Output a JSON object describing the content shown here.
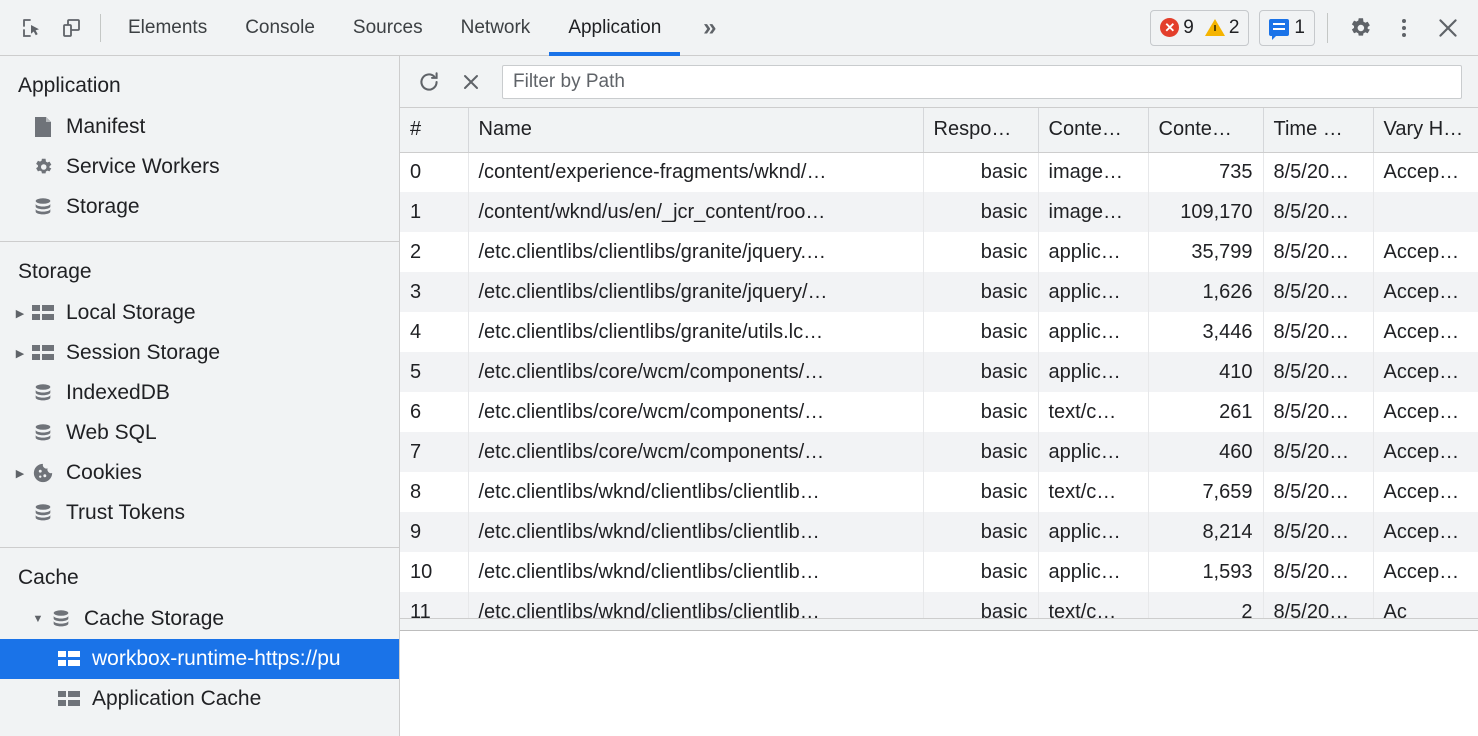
{
  "toolbar": {
    "inspect_icon": "inspect-cursor-icon",
    "device_icon": "device-toggle-icon",
    "tabs": [
      {
        "label": "Elements",
        "active": false
      },
      {
        "label": "Console",
        "active": false
      },
      {
        "label": "Sources",
        "active": false
      },
      {
        "label": "Network",
        "active": false
      },
      {
        "label": "Application",
        "active": true
      }
    ],
    "more_tabs_label": "»",
    "errors_count": "9",
    "warnings_count": "2",
    "issues_count": "1",
    "settings_icon": "gear-icon",
    "menu_icon": "three-dots-icon",
    "close_icon": "close-icon",
    "accent_color": "#1a73e8",
    "error_color": "#e33e2b",
    "warning_color": "#f5b400"
  },
  "sidebar": {
    "sections": [
      {
        "title": "Application",
        "items": [
          {
            "label": "Manifest",
            "icon": "document-icon",
            "twisty": "",
            "indent": 1
          },
          {
            "label": "Service Workers",
            "icon": "gear-icon",
            "twisty": "",
            "indent": 1
          },
          {
            "label": "Storage",
            "icon": "database-icon",
            "twisty": "",
            "indent": 1
          }
        ]
      },
      {
        "title": "Storage",
        "items": [
          {
            "label": "Local Storage",
            "icon": "table-icon",
            "twisty": "▶",
            "indent": 1
          },
          {
            "label": "Session Storage",
            "icon": "table-icon",
            "twisty": "▶",
            "indent": 1
          },
          {
            "label": "IndexedDB",
            "icon": "database-icon",
            "twisty": "",
            "indent": 1
          },
          {
            "label": "Web SQL",
            "icon": "database-icon",
            "twisty": "",
            "indent": 1
          },
          {
            "label": "Cookies",
            "icon": "cookie-icon",
            "twisty": "▶",
            "indent": 1
          },
          {
            "label": "Trust Tokens",
            "icon": "database-icon",
            "twisty": "",
            "indent": 1
          }
        ]
      },
      {
        "title": "Cache",
        "items": [
          {
            "label": "Cache Storage",
            "icon": "database-icon",
            "twisty": "▼",
            "indent": 1
          },
          {
            "label": "workbox-runtime-https://pu",
            "icon": "table-icon",
            "twisty": "",
            "indent": 2,
            "selected": true
          },
          {
            "label": "Application Cache",
            "icon": "table-icon",
            "twisty": "",
            "indent": 2
          }
        ]
      }
    ]
  },
  "panel": {
    "refresh_icon": "refresh-icon",
    "delete_icon": "delete-x-icon",
    "filter_placeholder": "Filter by Path",
    "filter_value": "",
    "columns": [
      "#",
      "Name",
      "Respo…",
      "Conte…",
      "Conte…",
      "Time …",
      "Vary H…"
    ],
    "rows": [
      {
        "idx": "0",
        "name": "/content/experience-fragments/wknd/…",
        "resp": "basic",
        "ctype": "image…",
        "clen": "735",
        "time": "8/5/20…",
        "vary": "Accep…"
      },
      {
        "idx": "1",
        "name": "/content/wknd/us/en/_jcr_content/roo…",
        "resp": "basic",
        "ctype": "image…",
        "clen": "109,170",
        "time": "8/5/20…",
        "vary": ""
      },
      {
        "idx": "2",
        "name": "/etc.clientlibs/clientlibs/granite/jquery.…",
        "resp": "basic",
        "ctype": "applic…",
        "clen": "35,799",
        "time": "8/5/20…",
        "vary": "Accep…"
      },
      {
        "idx": "3",
        "name": "/etc.clientlibs/clientlibs/granite/jquery/…",
        "resp": "basic",
        "ctype": "applic…",
        "clen": "1,626",
        "time": "8/5/20…",
        "vary": "Accep…"
      },
      {
        "idx": "4",
        "name": "/etc.clientlibs/clientlibs/granite/utils.lc…",
        "resp": "basic",
        "ctype": "applic…",
        "clen": "3,446",
        "time": "8/5/20…",
        "vary": "Accep…"
      },
      {
        "idx": "5",
        "name": "/etc.clientlibs/core/wcm/components/…",
        "resp": "basic",
        "ctype": "applic…",
        "clen": "410",
        "time": "8/5/20…",
        "vary": "Accep…"
      },
      {
        "idx": "6",
        "name": "/etc.clientlibs/core/wcm/components/…",
        "resp": "basic",
        "ctype": "text/c…",
        "clen": "261",
        "time": "8/5/20…",
        "vary": "Accep…"
      },
      {
        "idx": "7",
        "name": "/etc.clientlibs/core/wcm/components/…",
        "resp": "basic",
        "ctype": "applic…",
        "clen": "460",
        "time": "8/5/20…",
        "vary": "Accep…"
      },
      {
        "idx": "8",
        "name": "/etc.clientlibs/wknd/clientlibs/clientlib…",
        "resp": "basic",
        "ctype": "text/c…",
        "clen": "7,659",
        "time": "8/5/20…",
        "vary": "Accep…"
      },
      {
        "idx": "9",
        "name": "/etc.clientlibs/wknd/clientlibs/clientlib…",
        "resp": "basic",
        "ctype": "applic…",
        "clen": "8,214",
        "time": "8/5/20…",
        "vary": "Accep…"
      },
      {
        "idx": "10",
        "name": "/etc.clientlibs/wknd/clientlibs/clientlib…",
        "resp": "basic",
        "ctype": "applic…",
        "clen": "1,593",
        "time": "8/5/20…",
        "vary": "Accep…"
      },
      {
        "idx": "11",
        "name": "/etc.clientlibs/wknd/clientlibs/clientlib…",
        "resp": "basic",
        "ctype": "text/c…",
        "clen": "2",
        "time": "8/5/20…",
        "vary": "Ac"
      }
    ]
  }
}
